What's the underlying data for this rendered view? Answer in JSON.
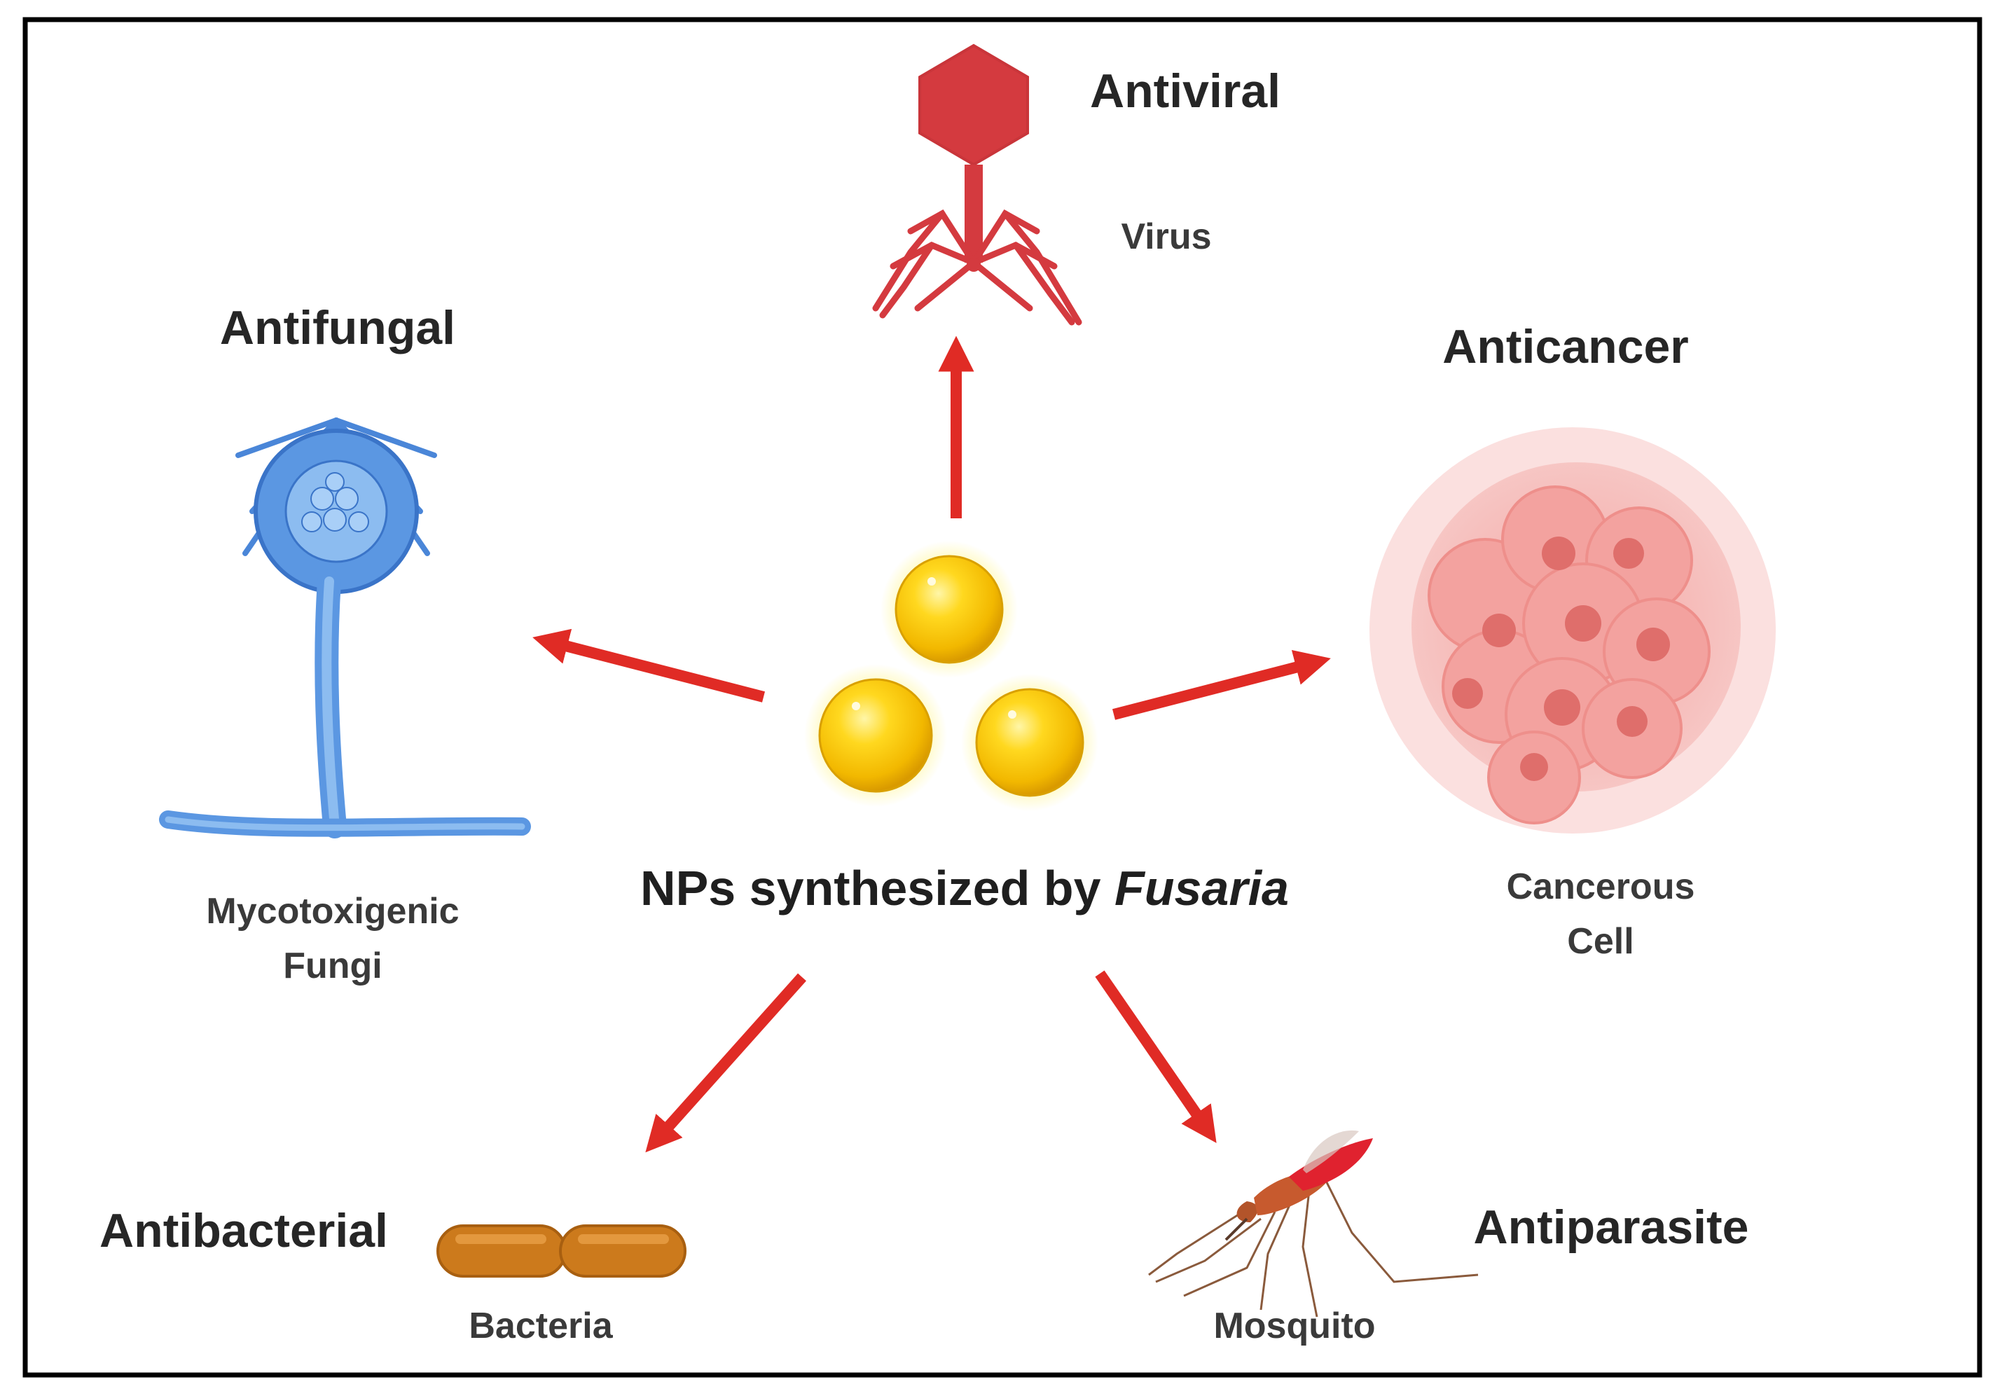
{
  "center": {
    "label": "NPs synthesized by",
    "label_italic": "Fusaria"
  },
  "activities": {
    "antiviral": {
      "title": "Antiviral",
      "target": "Virus"
    },
    "antifungal": {
      "title": "Antifungal",
      "target_line1": "Mycotoxigenic",
      "target_line2": "Fungi"
    },
    "anticancer": {
      "title": "Anticancer",
      "target_line1": "Cancerous",
      "target_line2": "Cell"
    },
    "antibacterial": {
      "title": "Antibacterial",
      "target": "Bacteria"
    },
    "antiparasite": {
      "title": "Antiparasite",
      "target": "Mosquito"
    }
  },
  "colors": {
    "arrow": "#e02b25",
    "virus": "#d43a3f",
    "fungus": "#4a86d8",
    "cancer": "#ef8a86",
    "bacteria": "#cc7a1c",
    "nanoparticle": "#f5c400",
    "frame": "#000000"
  }
}
